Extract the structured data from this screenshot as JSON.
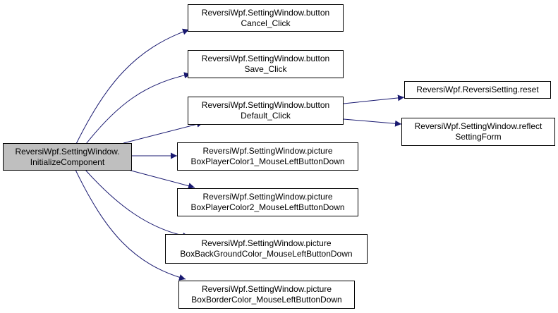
{
  "colors": {
    "edge": "#191970",
    "root_fill": "#bfbfbf",
    "node_fill": "#ffffff",
    "border": "#000000"
  },
  "nodes": {
    "root": {
      "line1": "ReversiWpf.SettingWindow.",
      "line2": "InitializeComponent"
    },
    "cancel": {
      "line1": "ReversiWpf.SettingWindow.button",
      "line2": "Cancel_Click"
    },
    "save": {
      "line1": "ReversiWpf.SettingWindow.button",
      "line2": "Save_Click"
    },
    "default": {
      "line1": "ReversiWpf.SettingWindow.button",
      "line2": "Default_Click"
    },
    "player1": {
      "line1": "ReversiWpf.SettingWindow.picture",
      "line2": "BoxPlayerColor1_MouseLeftButtonDown"
    },
    "player2": {
      "line1": "ReversiWpf.SettingWindow.picture",
      "line2": "BoxPlayerColor2_MouseLeftButtonDown"
    },
    "background": {
      "line1": "ReversiWpf.SettingWindow.picture",
      "line2": "BoxBackGroundColor_MouseLeftButtonDown"
    },
    "border": {
      "line1": "ReversiWpf.SettingWindow.picture",
      "line2": "BoxBorderColor_MouseLeftButtonDown"
    },
    "reset": {
      "line1": "ReversiWpf.ReversiSetting.reset"
    },
    "reflect": {
      "line1": "ReversiWpf.SettingWindow.reflect",
      "line2": "SettingForm"
    }
  },
  "edges": [
    {
      "from": "root",
      "to": "cancel"
    },
    {
      "from": "root",
      "to": "save"
    },
    {
      "from": "root",
      "to": "default"
    },
    {
      "from": "root",
      "to": "player1"
    },
    {
      "from": "root",
      "to": "player2"
    },
    {
      "from": "root",
      "to": "background"
    },
    {
      "from": "root",
      "to": "border"
    },
    {
      "from": "default",
      "to": "reset"
    },
    {
      "from": "default",
      "to": "reflect"
    }
  ]
}
